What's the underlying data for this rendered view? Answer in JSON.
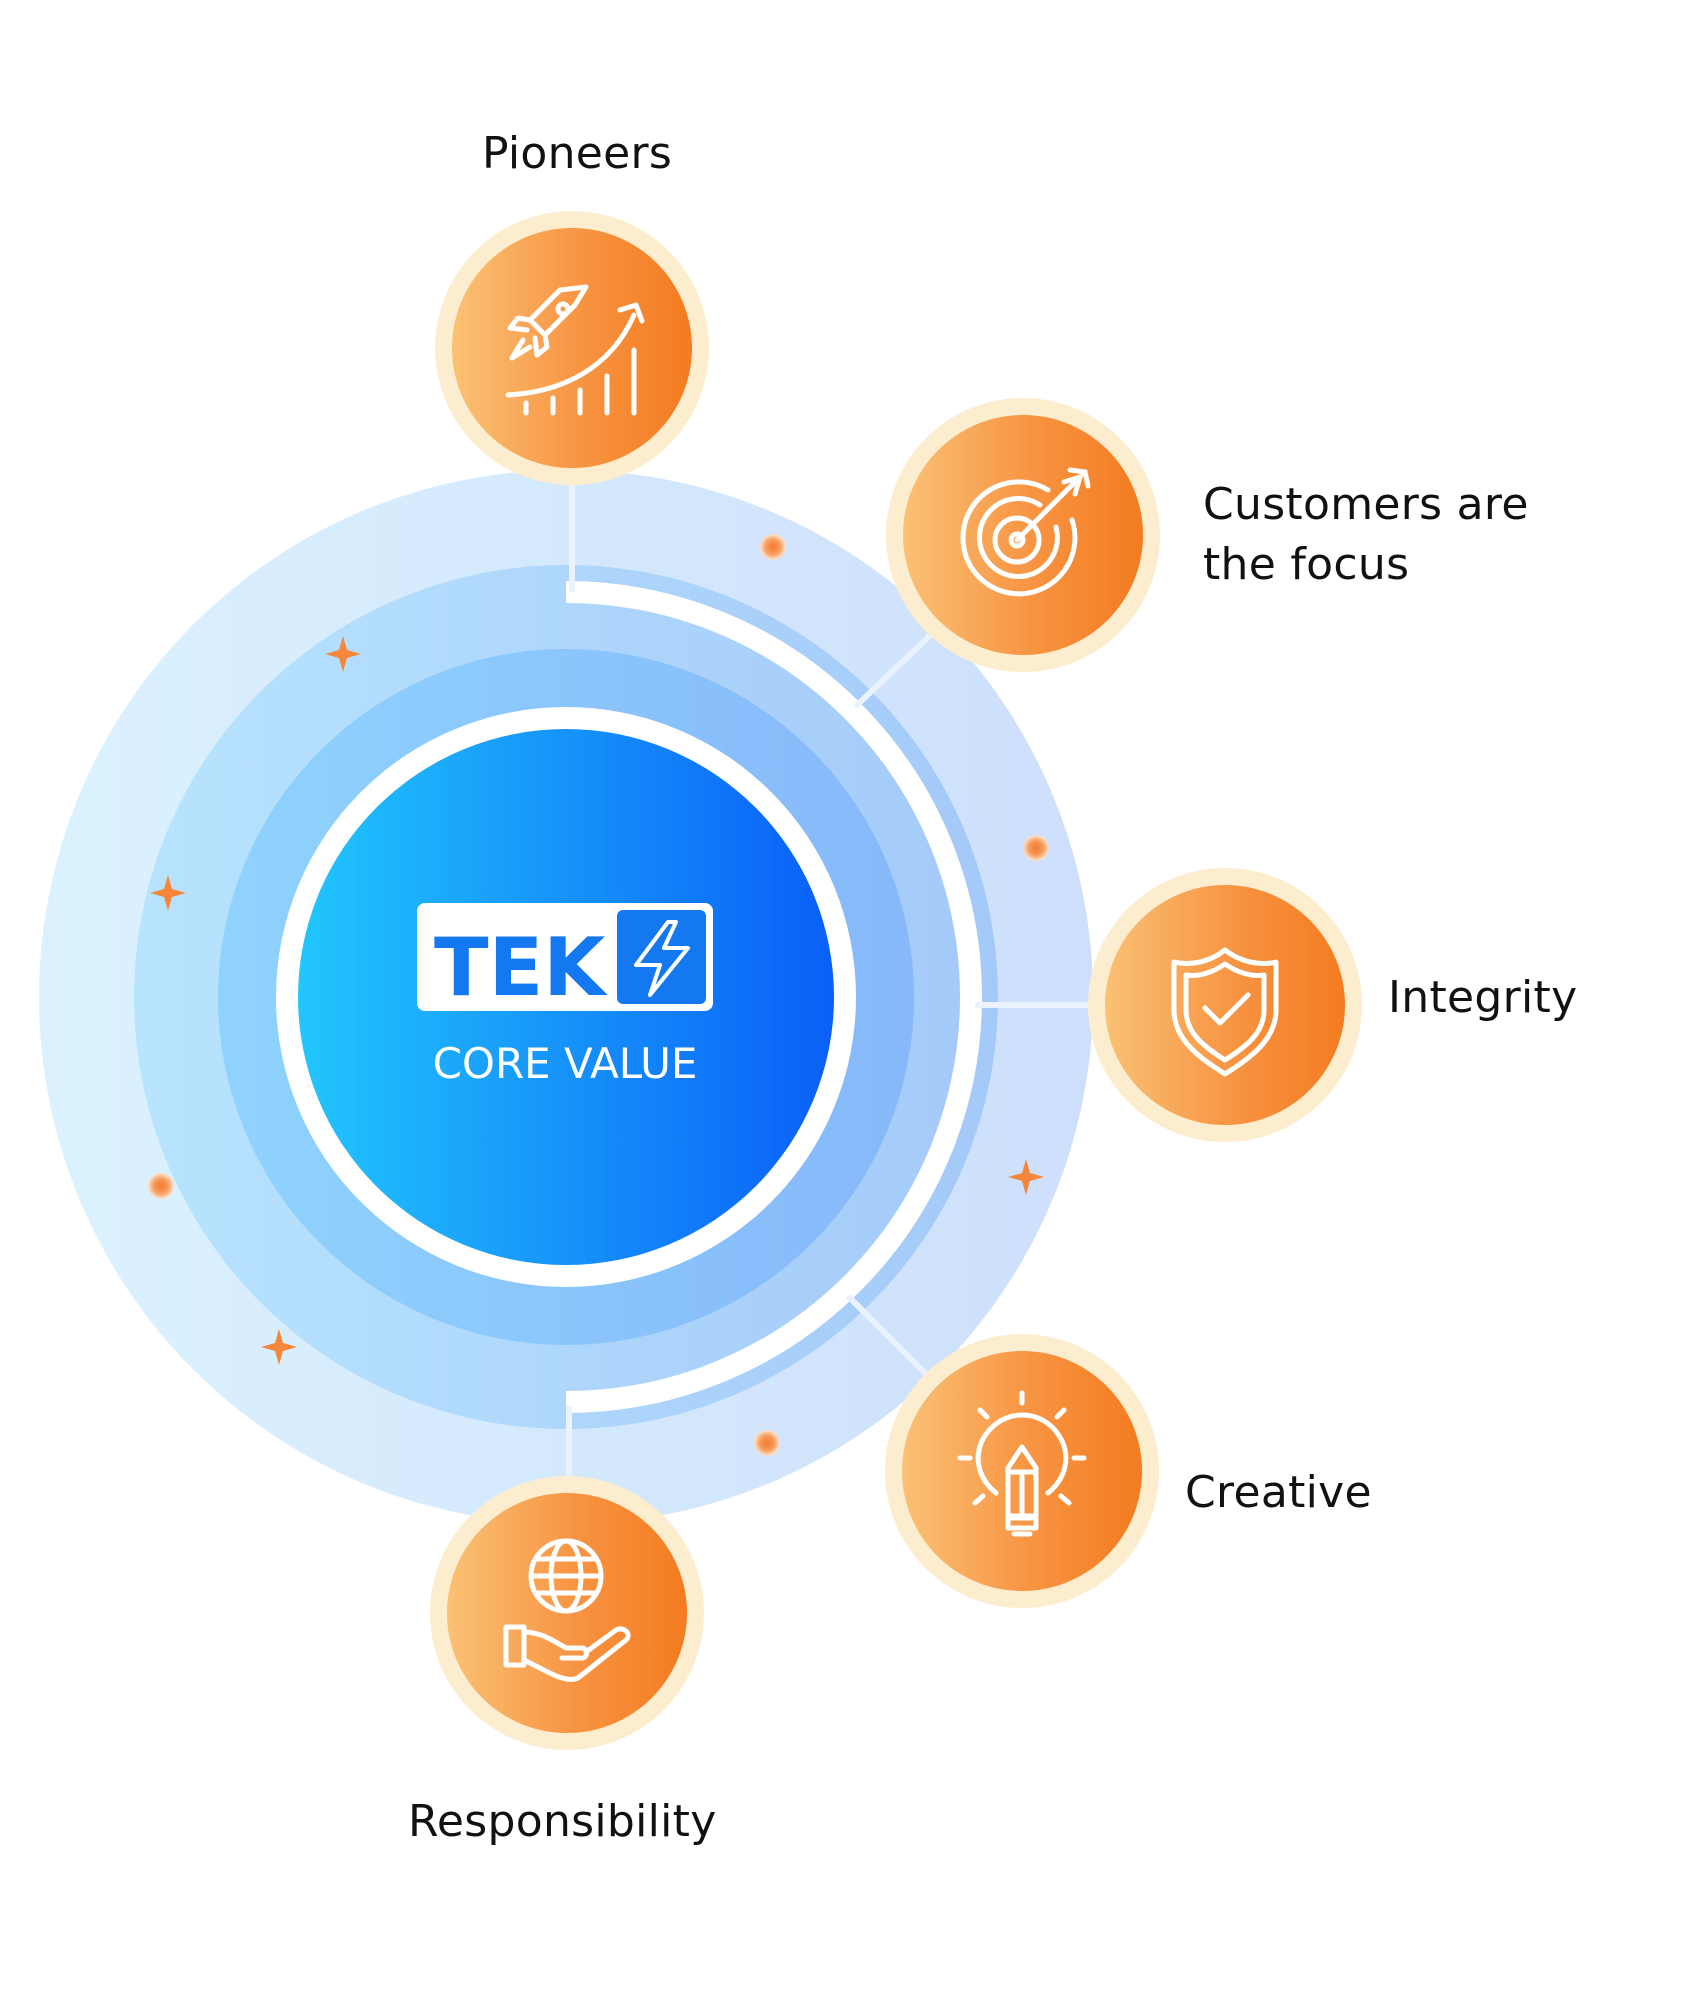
{
  "center": {
    "logo_text": "TEK",
    "subtitle": "CORE VALUE"
  },
  "values": [
    {
      "label": "Pioneers",
      "icon": "rocket-growth-icon"
    },
    {
      "label": "Customers are the focus",
      "label_lines": [
        "Customers are",
        "the focus"
      ],
      "icon": "target-arrow-icon"
    },
    {
      "label": "Integrity",
      "icon": "shield-check-icon"
    },
    {
      "label": "Creative",
      "icon": "lightbulb-pencil-icon"
    },
    {
      "label": "Responsibility",
      "icon": "globe-hand-icon"
    }
  ],
  "colors": {
    "orange_start": "#fac175",
    "orange_end": "#f47b20",
    "badge_ring": "#fdedcf",
    "blue_start": "#22c6fc",
    "blue_end": "#0a5ff7",
    "outer_ring": "#d3ecfd",
    "mid_ring": "#b2dcfc",
    "inner_ring": "#8bc6fb",
    "connector": "#e9f2fc",
    "sparkle": "#f6863a"
  }
}
